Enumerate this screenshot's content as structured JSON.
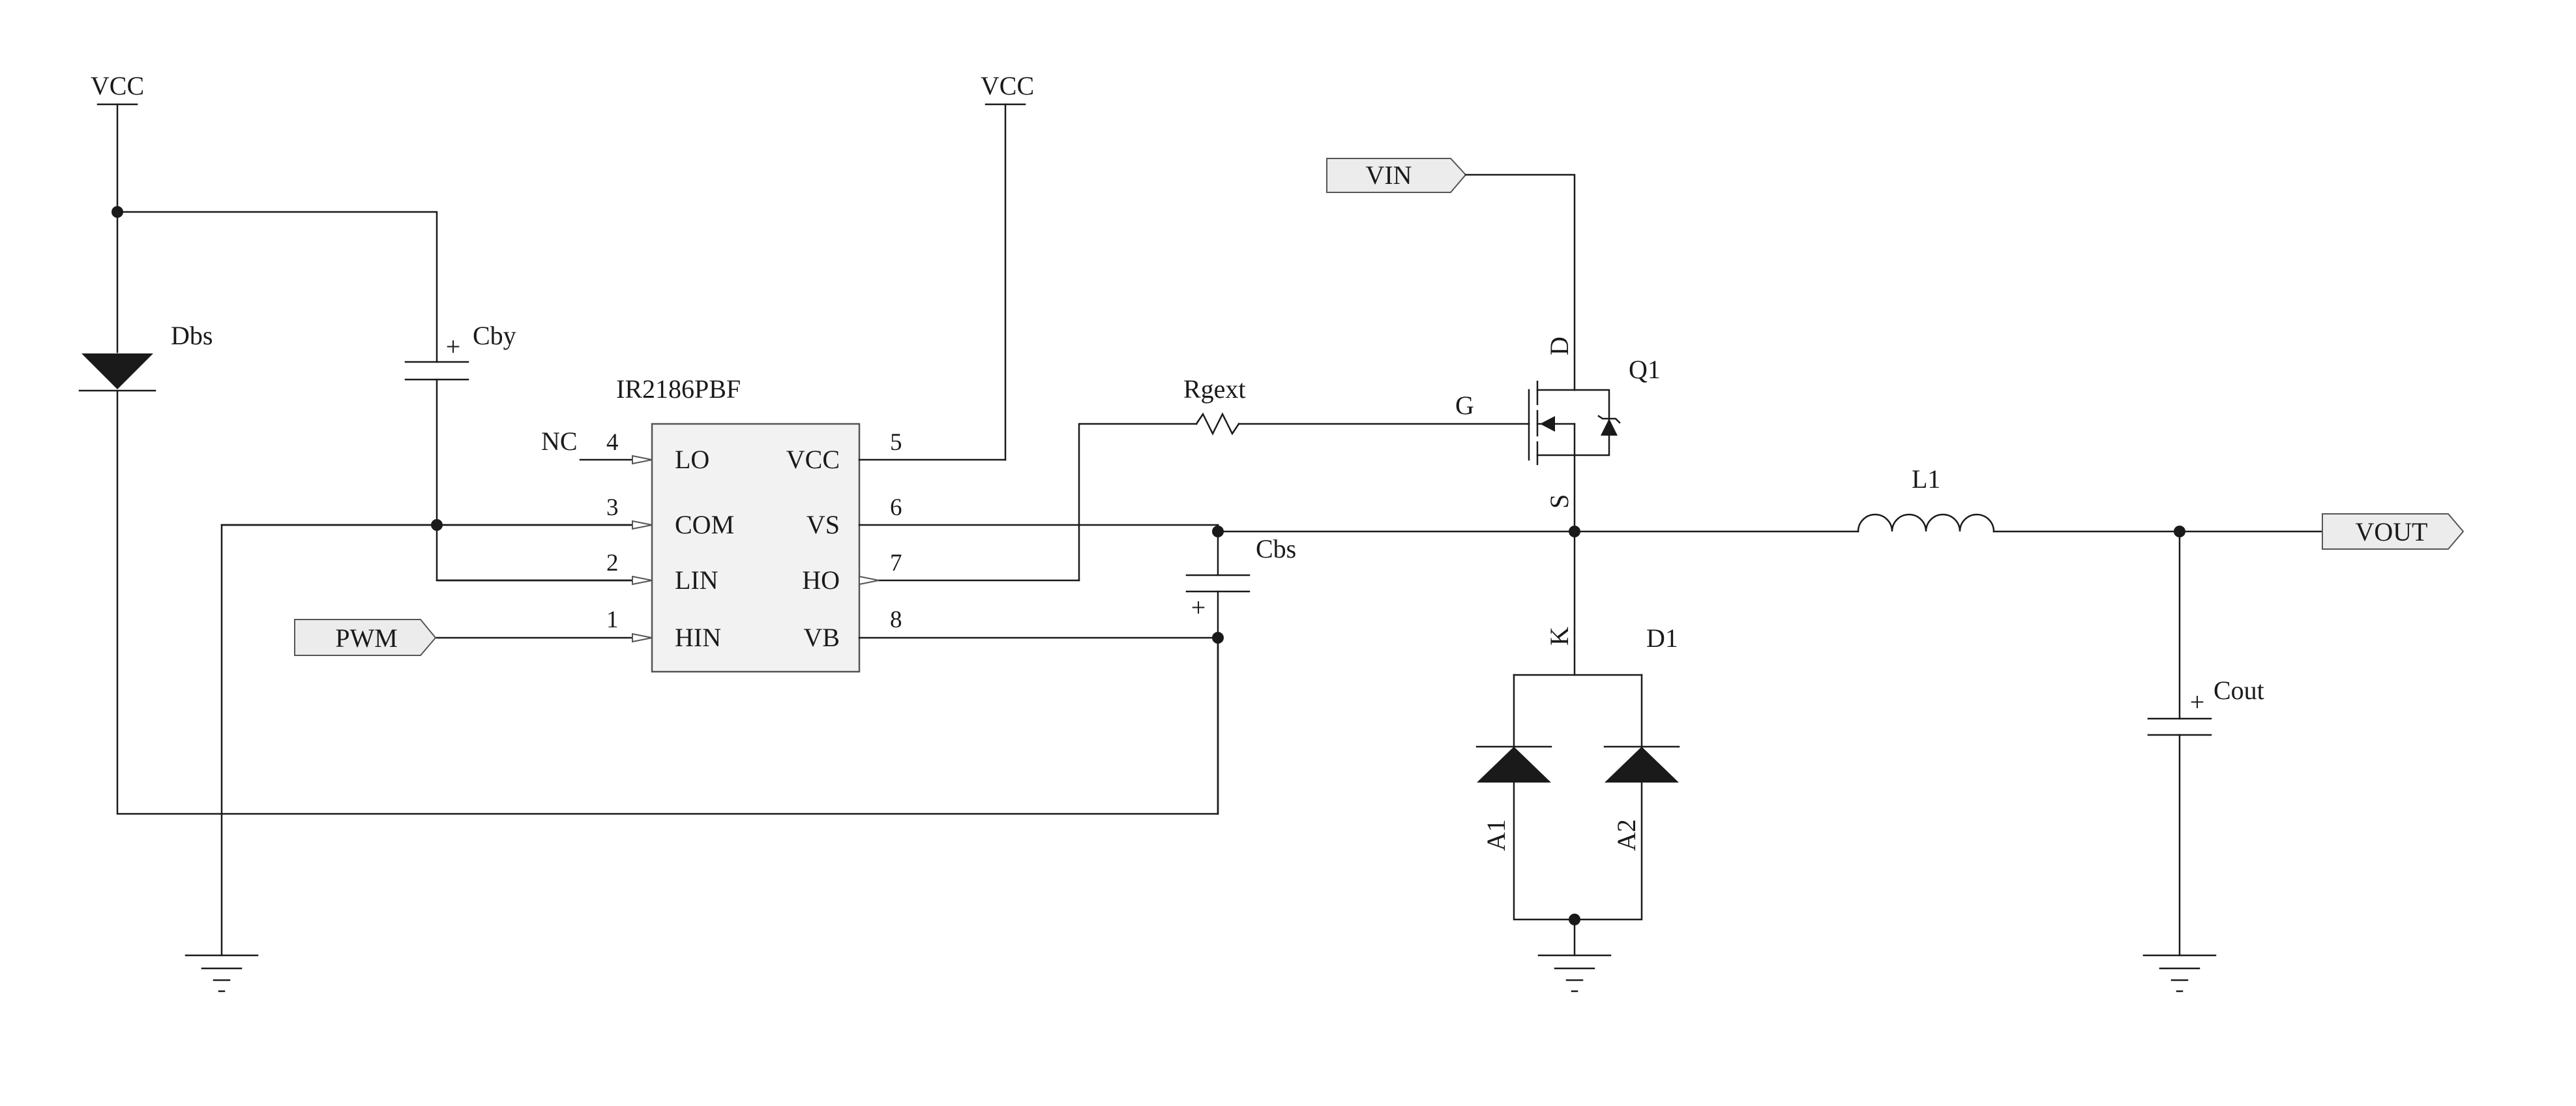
{
  "colors": {
    "line": "#1a1a1a",
    "ic_fill": "#f2f2f2",
    "port_fill": "#ececec"
  },
  "power": {
    "vcc_left": "VCC",
    "vcc_right": "VCC"
  },
  "ports": {
    "vin": "VIN",
    "pwm": "PWM",
    "vout": "VOUT"
  },
  "ic": {
    "name": "IR2186PBF",
    "nc_label": "NC",
    "pins": [
      {
        "num": "4",
        "name": "LO"
      },
      {
        "num": "3",
        "name": "COM"
      },
      {
        "num": "2",
        "name": "LIN"
      },
      {
        "num": "1",
        "name": "HIN"
      },
      {
        "num": "5",
        "name": "VCC"
      },
      {
        "num": "6",
        "name": "VS"
      },
      {
        "num": "7",
        "name": "HO"
      },
      {
        "num": "8",
        "name": "VB"
      }
    ]
  },
  "components": {
    "dbs": "Dbs",
    "cby": "Cby",
    "cbs": "Cbs",
    "rgext": "Rgext",
    "q1": "Q1",
    "l1": "L1",
    "d1": "D1",
    "cout": "Cout"
  },
  "mosfet_pins": {
    "gate": "G",
    "drain": "D",
    "source": "S"
  },
  "diode_pins": {
    "cathode": "K",
    "anode1": "A1",
    "anode2": "A2"
  },
  "polarity": {
    "plus": "+"
  }
}
